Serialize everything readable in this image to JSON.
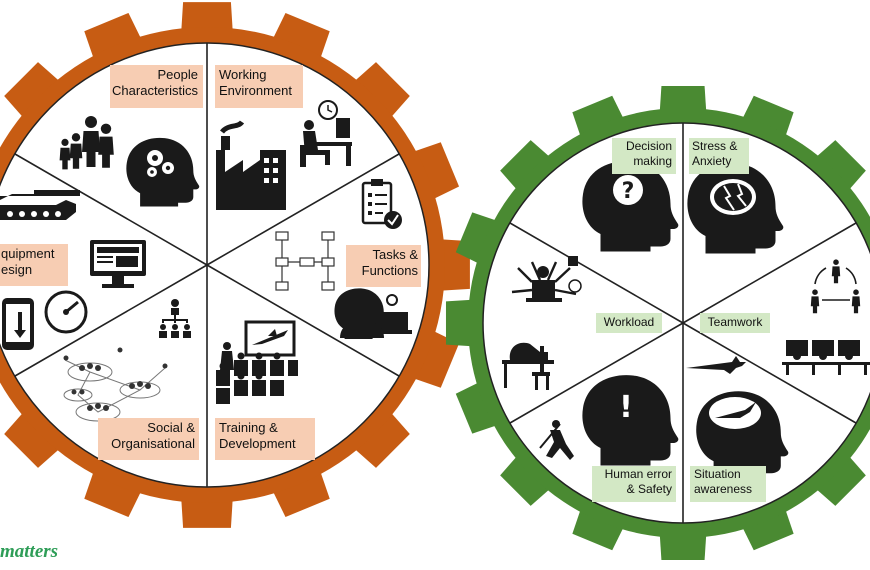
{
  "colors": {
    "orange": "#c75c13",
    "green": "#4a8a32",
    "orange_label_bg": "#f7cdb3",
    "green_label_bg": "#d3e8c5",
    "icon": "#1a1a1a"
  },
  "left_wheel": {
    "segments": [
      {
        "lines": [
          "People",
          "Characteristics"
        ],
        "icon": "family-and-brain-gears-icon"
      },
      {
        "lines": [
          "Working",
          "Environment"
        ],
        "icon": "factory-and-desk-worker-icon"
      },
      {
        "lines": [
          "Tasks &",
          "Functions"
        ],
        "icon": "flowchart-and-checklist-icon"
      },
      {
        "lines": [
          "Training &",
          "Development"
        ],
        "icon": "classroom-presentation-icon"
      },
      {
        "lines": [
          "Social &",
          "Organisational"
        ],
        "icon": "social-network-icon"
      },
      {
        "lines": [
          "quipment",
          "esign"
        ],
        "icon": "tank-monitor-gauge-icon"
      }
    ]
  },
  "right_wheel": {
    "segments": [
      {
        "lines": [
          "Decision",
          "making"
        ],
        "icon": "head-question-mark-icon"
      },
      {
        "lines": [
          "Stress &",
          "Anxiety"
        ],
        "icon": "head-lightning-brain-icon"
      },
      {
        "lines": [
          "Teamwork"
        ],
        "icon": "team-network-and-desks-icon"
      },
      {
        "lines": [
          "Situation",
          "awareness"
        ],
        "icon": "head-airplane-cloud-icon"
      },
      {
        "lines": [
          "Human error",
          "& Safety"
        ],
        "icon": "head-exclamation-slip-icon"
      },
      {
        "lines": [
          "Workload"
        ],
        "icon": "multitasking-tired-worker-icon"
      }
    ]
  },
  "watermark": "matters"
}
